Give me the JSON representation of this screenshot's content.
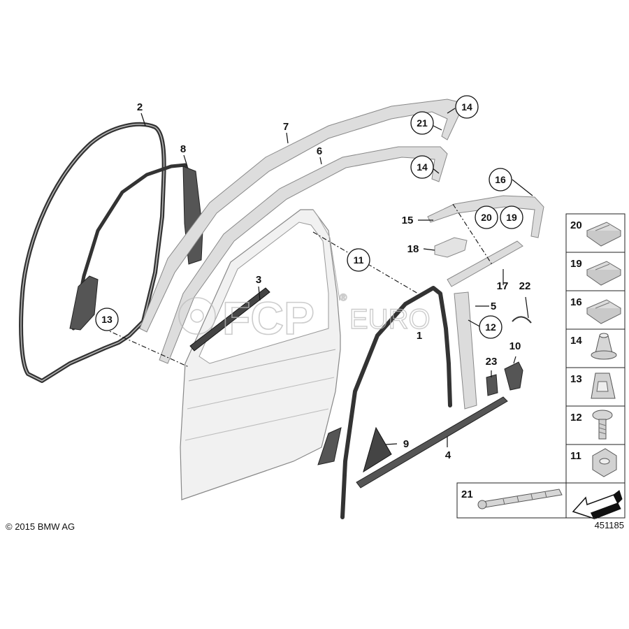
{
  "diagram": {
    "callouts": [
      {
        "id": "c2",
        "label": "2"
      },
      {
        "id": "c8",
        "label": "8"
      },
      {
        "id": "c7",
        "label": "7"
      },
      {
        "id": "c6",
        "label": "6"
      },
      {
        "id": "c3",
        "label": "3"
      },
      {
        "id": "c11",
        "label": "11"
      },
      {
        "id": "c13",
        "label": "13"
      },
      {
        "id": "c14a",
        "label": "14"
      },
      {
        "id": "c21",
        "label": "21"
      },
      {
        "id": "c14b",
        "label": "14"
      },
      {
        "id": "c16",
        "label": "16"
      },
      {
        "id": "c15",
        "label": "15"
      },
      {
        "id": "c20",
        "label": "20"
      },
      {
        "id": "c19",
        "label": "19"
      },
      {
        "id": "c18",
        "label": "18"
      },
      {
        "id": "c17",
        "label": "17"
      },
      {
        "id": "c22",
        "label": "22"
      },
      {
        "id": "c5",
        "label": "5"
      },
      {
        "id": "c12",
        "label": "12"
      },
      {
        "id": "c1",
        "label": "1"
      },
      {
        "id": "c10",
        "label": "10"
      },
      {
        "id": "c23",
        "label": "23"
      },
      {
        "id": "c9",
        "label": "9"
      },
      {
        "id": "c4",
        "label": "4"
      }
    ],
    "parts_panel": [
      {
        "label": "20",
        "icon": "clip-icon"
      },
      {
        "label": "19",
        "icon": "clip-icon"
      },
      {
        "label": "16",
        "icon": "clip-icon"
      },
      {
        "label": "14",
        "icon": "expanding-nut-icon"
      },
      {
        "label": "13",
        "icon": "spring-nut-icon"
      },
      {
        "label": "12",
        "icon": "screw-icon"
      },
      {
        "label": "11",
        "icon": "clip-nut-icon"
      },
      {
        "label": "21",
        "icon": "strip-clip-icon"
      }
    ],
    "direction_icon": "direction-arrow-icon",
    "watermark": {
      "main": "FCP",
      "reg": "®",
      "suffix": "EURO"
    },
    "copyright": "© 2015 BMW AG",
    "diagram_number": "451185",
    "colors": {
      "line": "#111111",
      "part_fill": "#d8d8d8",
      "seal_dark": "#333333",
      "watermark": "#bbbbbb"
    }
  }
}
